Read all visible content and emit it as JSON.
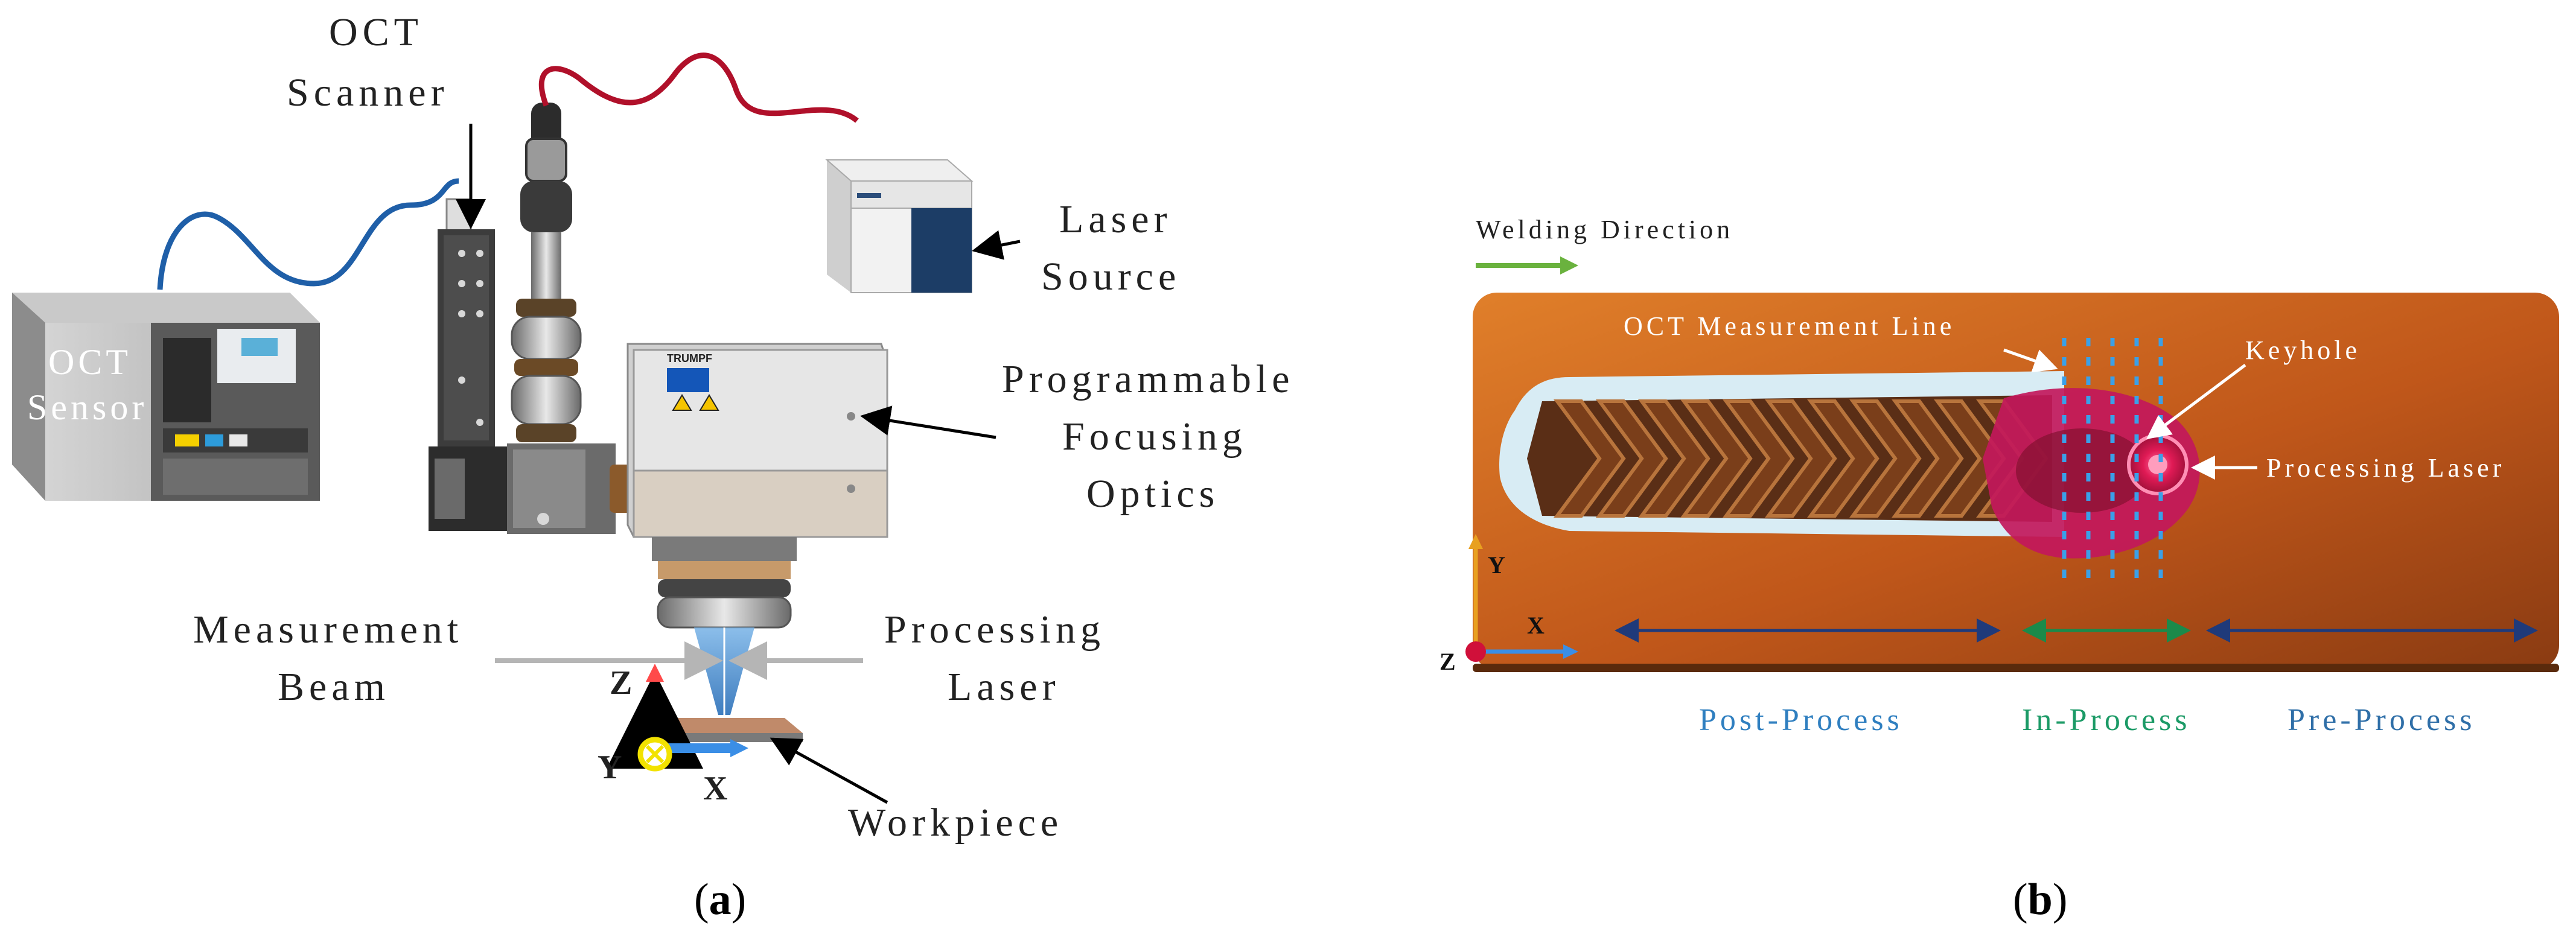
{
  "panel_a": {
    "label_prefix": "(",
    "label_letter": "a",
    "label_suffix": ")",
    "oct_scanner_line1": "OCT",
    "oct_scanner_line2": "Scanner",
    "oct_sensor_line1": "OCT",
    "oct_sensor_line2": "Sensor",
    "laser_source_line1": "Laser",
    "laser_source_line2": "Source",
    "focusing_optics_line1": "Programmable",
    "focusing_optics_line2": "Focusing",
    "focusing_optics_line3": "Optics",
    "measurement_beam_line1": "Measurement",
    "measurement_beam_line2": "Beam",
    "processing_laser_line1": "Processing",
    "processing_laser_line2": "Laser",
    "workpiece": "Workpiece",
    "brand": "TRUMPF",
    "axis_z": "Z",
    "axis_y": "Y",
    "axis_x": "X"
  },
  "panel_b": {
    "label_prefix": "(",
    "label_letter": "b",
    "label_suffix": ")",
    "welding_direction": "Welding Direction",
    "oct_measurement_line": "OCT Measurement Line",
    "keyhole": "Keyhole",
    "processing_laser": "Processing Laser",
    "axis_y": "Y",
    "axis_x": "X",
    "axis_z": "Z",
    "post_process": "Post-Process",
    "in_process": "In-Process",
    "pre_process": "Pre-Process"
  },
  "colors": {
    "fiber_blue": "#1f5fa8",
    "fiber_red": "#b0102a",
    "axis_red": "#ff4a4a",
    "axis_blue": "#3a8ee6",
    "axis_yellow": "#f2e200",
    "plate_orange": "#c65d17",
    "keyhole_magenta": "#c2185b",
    "arrow_green": "#6ab23e",
    "span_navy": "#1f3a7a",
    "span_green": "#1b8a4a",
    "post_text": "#2f7fc0",
    "in_text": "#1b9a66",
    "pre_text": "#2f6fa8"
  }
}
